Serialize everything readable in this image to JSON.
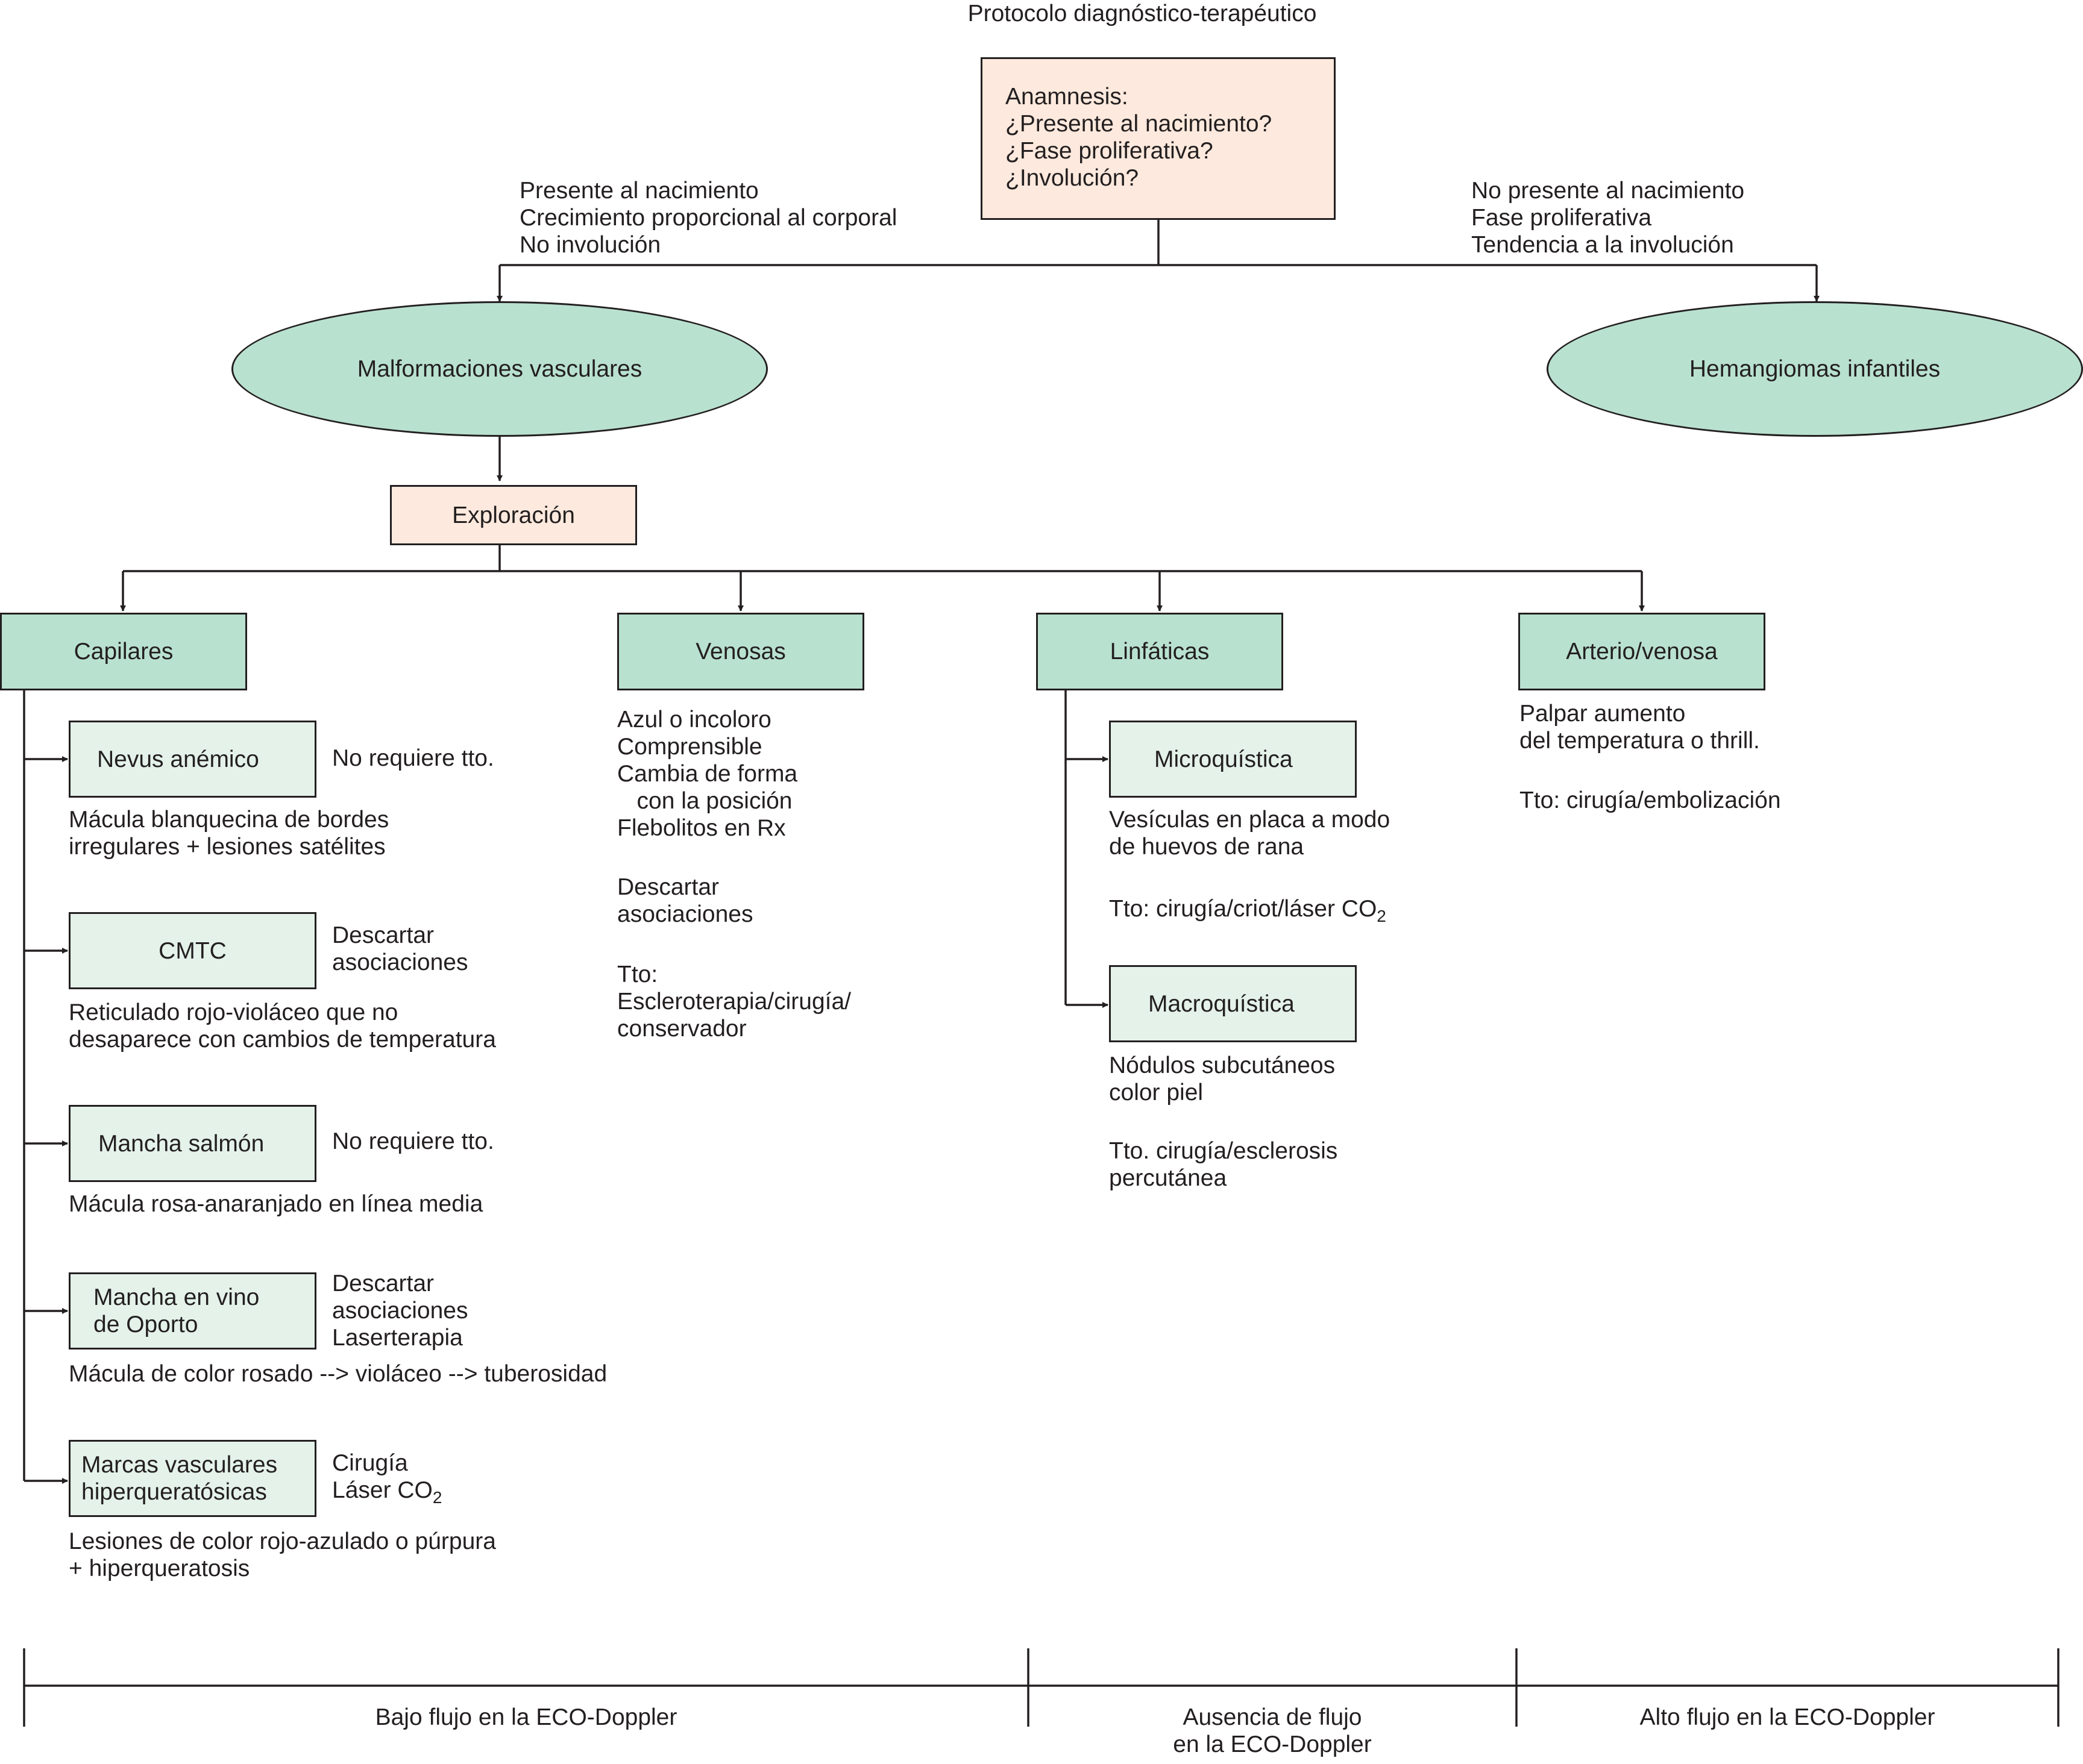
{
  "title": "Protocolo diagnóstico-terapéutico",
  "anamnesis": {
    "lines": "Anamnesis:\n¿Presente al nacimiento?\n¿Fase proliferativa?\n¿Involución?"
  },
  "left_criteria": "Presente al nacimiento\nCrecimiento proporcional al corporal\nNo involución",
  "right_criteria": "No presente al nacimiento\nFase proliferativa\nTendencia a la involución",
  "malformaciones": "Malformaciones vasculares",
  "hemangiomas": "Hemangiomas infantiles",
  "exploracion": "Exploración",
  "categories": {
    "capilares": "Capilares",
    "venosas": "Venosas",
    "linfaticas": "Linfáticas",
    "arterio": "Arterio/venosa"
  },
  "capilares": {
    "nevus": {
      "name": "Nevus anémico",
      "side": "No requiere tto.",
      "desc": "Mácula blanquecina de bordes\nirregulares + lesiones satélites"
    },
    "cmtc": {
      "name": "CMTC",
      "side": "Descartar\nasociaciones",
      "desc": "Reticulado rojo-violáceo que no\ndesaparece con cambios de temperatura"
    },
    "salmon": {
      "name": "Mancha salmón",
      "side": "No requiere tto.",
      "desc": "Mácula rosa-anaranjado en línea media"
    },
    "oporto": {
      "name": "Mancha en vino\nde Oporto",
      "side": "Descartar\nasociaciones\nLaserterapia",
      "desc": "Mácula de color rosado --> violáceo --> tuberosidad"
    },
    "marcas": {
      "name": "Marcas vasculares\nhiperqueratósicas",
      "side_1": "Cirugía",
      "side_2": "Láser CO",
      "side_2_sub": "2",
      "desc": "Lesiones de color rojo-azulado o púrpura\n+ hiperqueratosis"
    }
  },
  "venosas_text": {
    "features": "Azul o incoloro\nComprensible\nCambia de forma\n   con la posición\nFlebolitos en Rx",
    "descartar": "Descartar\nasociaciones",
    "tto": "Tto:\nEscleroterapia/cirugía/\nconservador"
  },
  "linfaticas": {
    "micro": {
      "name": "Microquística",
      "desc": "Vesículas en placa a modo\nde huevos de rana",
      "tto": "Tto: cirugía/criot/láser CO",
      "tto_sub": "2"
    },
    "macro": {
      "name": "Macroquística",
      "desc": "Nódulos subcutáneos\ncolor piel",
      "tto": "Tto. cirugía/esclerosis\npercutánea"
    }
  },
  "arterio_text": {
    "desc": "Palpar aumento\ndel temperatura o thrill.",
    "tto": "Tto: cirugía/embolización"
  },
  "flow": {
    "bajo": "Bajo flujo en la ECO-Doppler",
    "ausencia": "Ausencia de flujo\nen la ECO-Doppler",
    "alto": "Alto flujo en la ECO-Doppler"
  }
}
